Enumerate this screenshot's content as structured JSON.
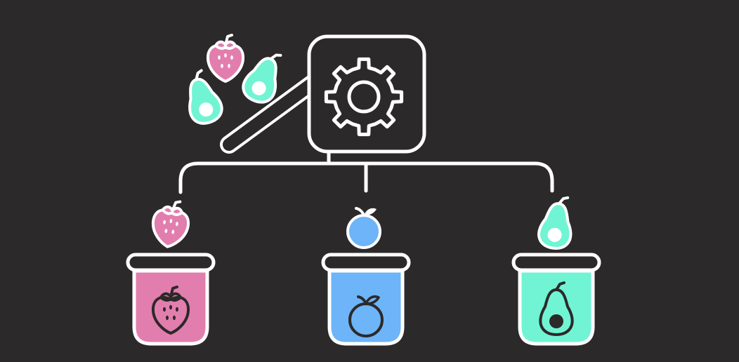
{
  "palette": {
    "background": "#2c292a",
    "outline": "#ffffff",
    "strawberry": "#e27eae",
    "orange": "#6db4f8",
    "avocado": "#70f4d4",
    "icon_dark": "#2c292a"
  },
  "sorter": {
    "icon": "gear-icon",
    "intake_fruits": [
      "strawberry-icon",
      "avocado-icon",
      "avocado-icon"
    ]
  },
  "bins": [
    {
      "name": "strawberry",
      "fruit_icon": "strawberry-icon",
      "color": "#e27eae"
    },
    {
      "name": "orange",
      "fruit_icon": "orange-icon",
      "color": "#6db4f8"
    },
    {
      "name": "avocado",
      "fruit_icon": "avocado-icon",
      "color": "#70f4d4"
    }
  ]
}
